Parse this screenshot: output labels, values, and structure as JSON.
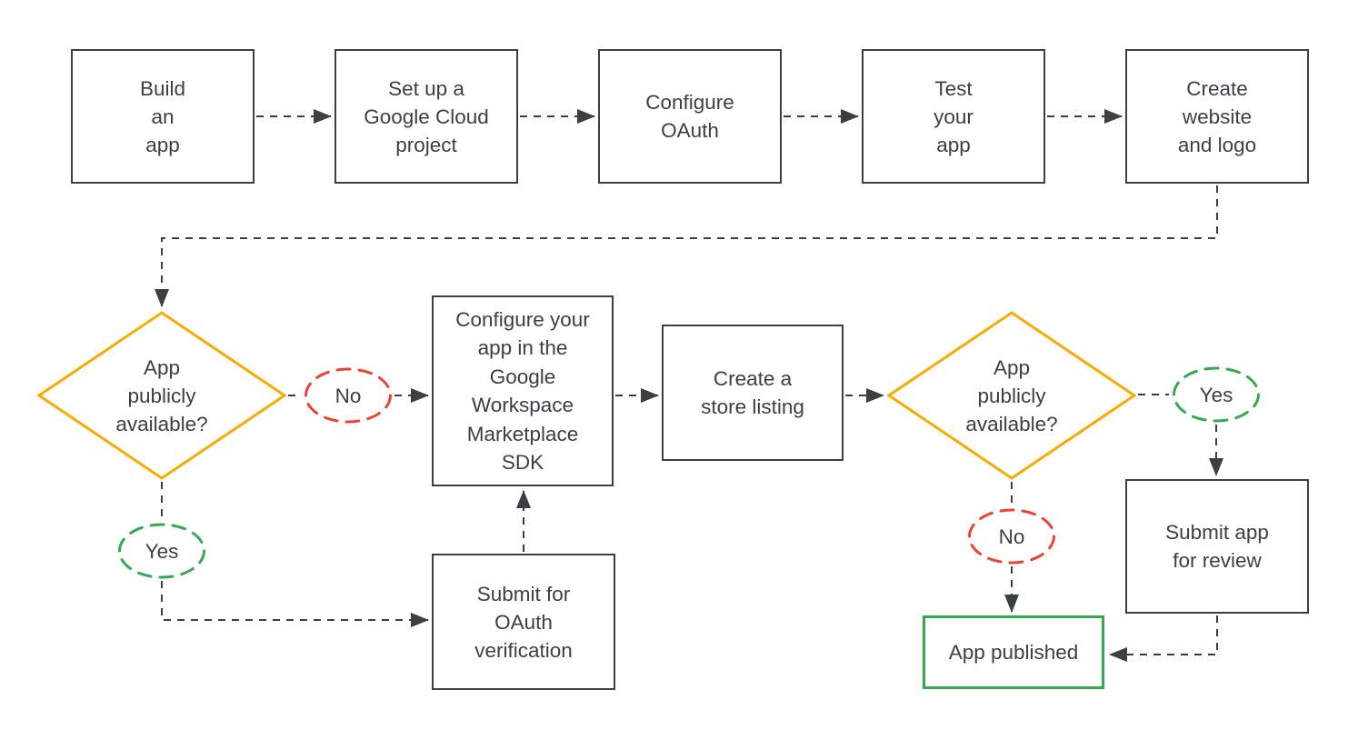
{
  "colors": {
    "ink": "#3C4043",
    "yellow": "#F9AB00",
    "red": "#EA4335",
    "green": "#34A853",
    "bg": "#FFFFFF"
  },
  "nodes": {
    "build_app": {
      "label": "Build\nan\napp"
    },
    "setup_project": {
      "label": "Set up a\nGoogle Cloud\nproject"
    },
    "configure_oauth": {
      "label": "Configure\nOAuth"
    },
    "test_app": {
      "label": "Test\nyour\napp"
    },
    "create_website": {
      "label": "Create\nwebsite\nand logo"
    },
    "decision_left": {
      "label": "App\npublicly\navailable?"
    },
    "no_left": {
      "label": "No"
    },
    "yes_left": {
      "label": "Yes"
    },
    "configure_sdk": {
      "label": "Configure your\napp in the\nGoogle\nWorkspace\nMarketplace\nSDK"
    },
    "submit_oauth": {
      "label": "Submit for\nOAuth\nverification"
    },
    "store_listing": {
      "label": "Create a\nstore listing"
    },
    "decision_right": {
      "label": "App\npublicly\navailable?"
    },
    "yes_right": {
      "label": "Yes"
    },
    "no_right": {
      "label": "No"
    },
    "submit_review": {
      "label": "Submit app\nfor review"
    },
    "app_published": {
      "label": "App published"
    }
  }
}
